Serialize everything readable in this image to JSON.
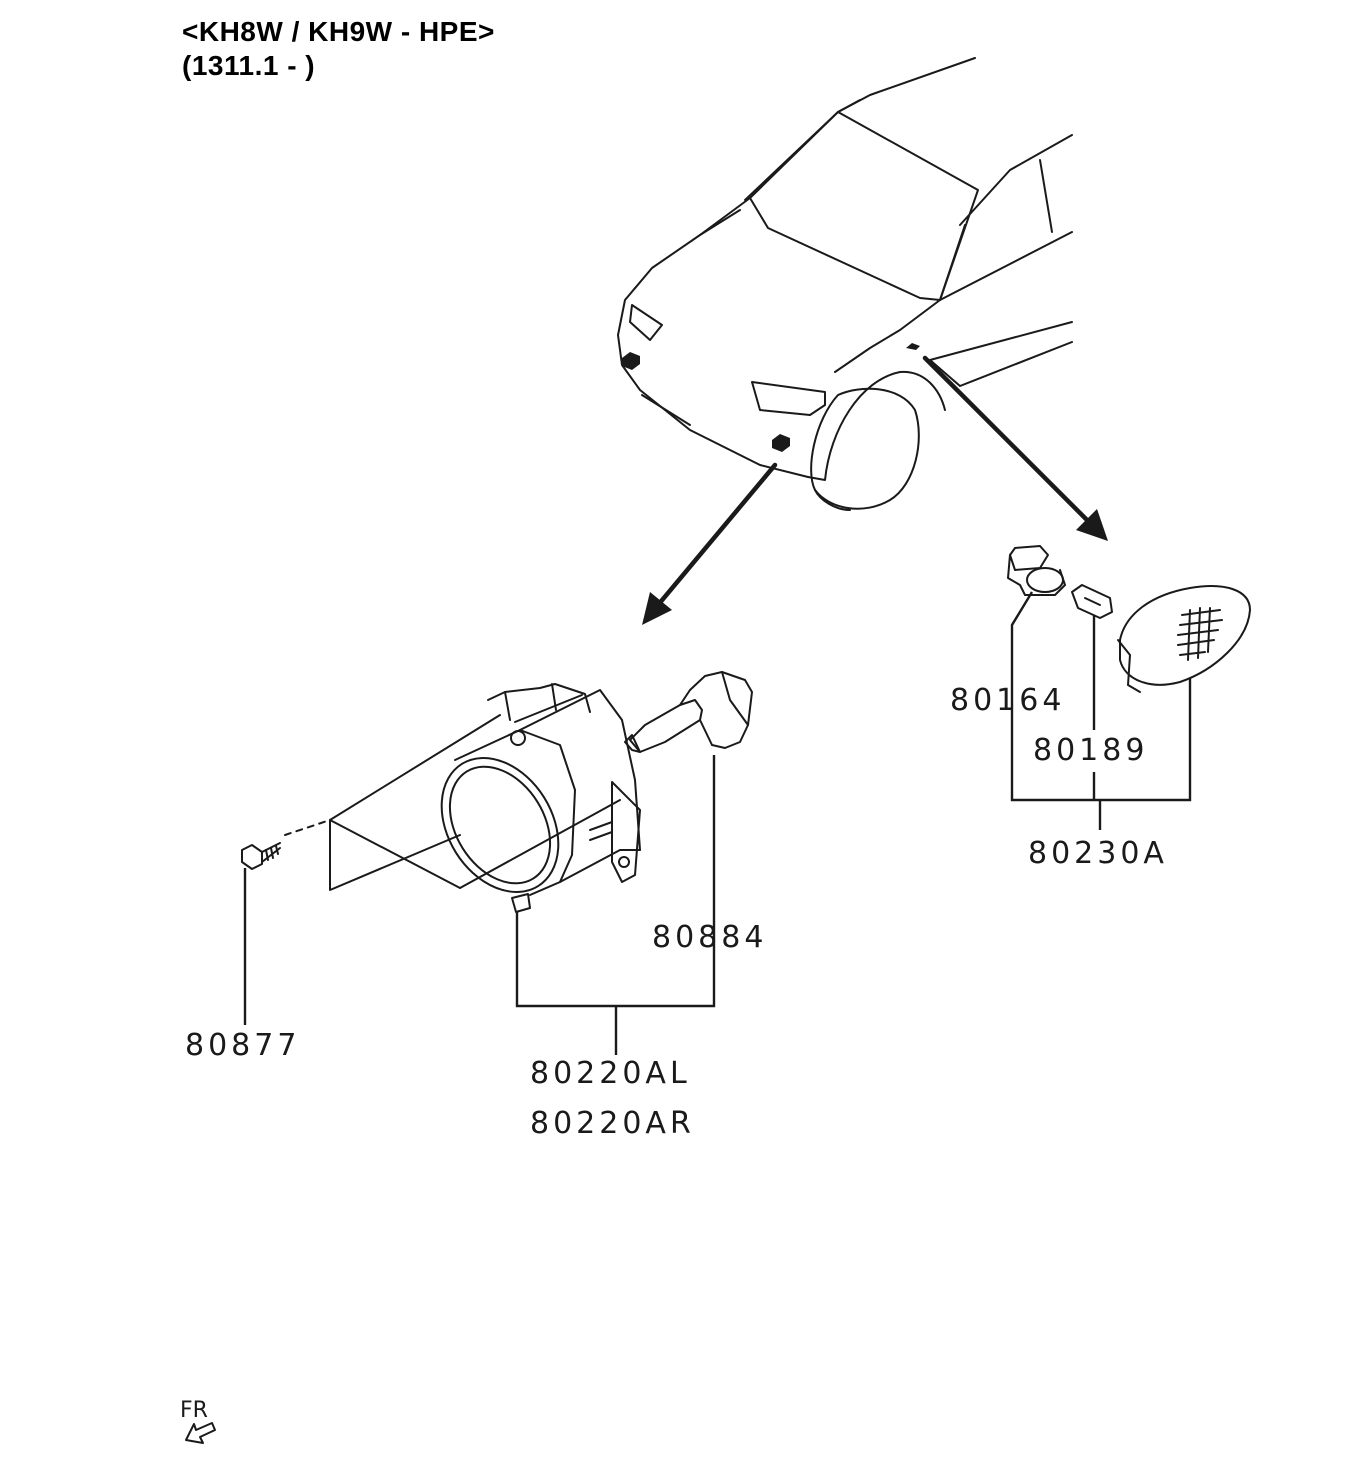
{
  "header": {
    "model_line": "<KH8W / KH9W - HPE>",
    "date_line": "(1311.1 - )"
  },
  "parts": {
    "p80877": "80877",
    "p80220AL": "80220AL",
    "p80220AR": "80220AR",
    "p80884": "80884",
    "p80164": "80164",
    "p80189": "80189",
    "p80230A": "80230A"
  },
  "orientation": {
    "label": "FR",
    "icon": "front-arrow-icon"
  }
}
